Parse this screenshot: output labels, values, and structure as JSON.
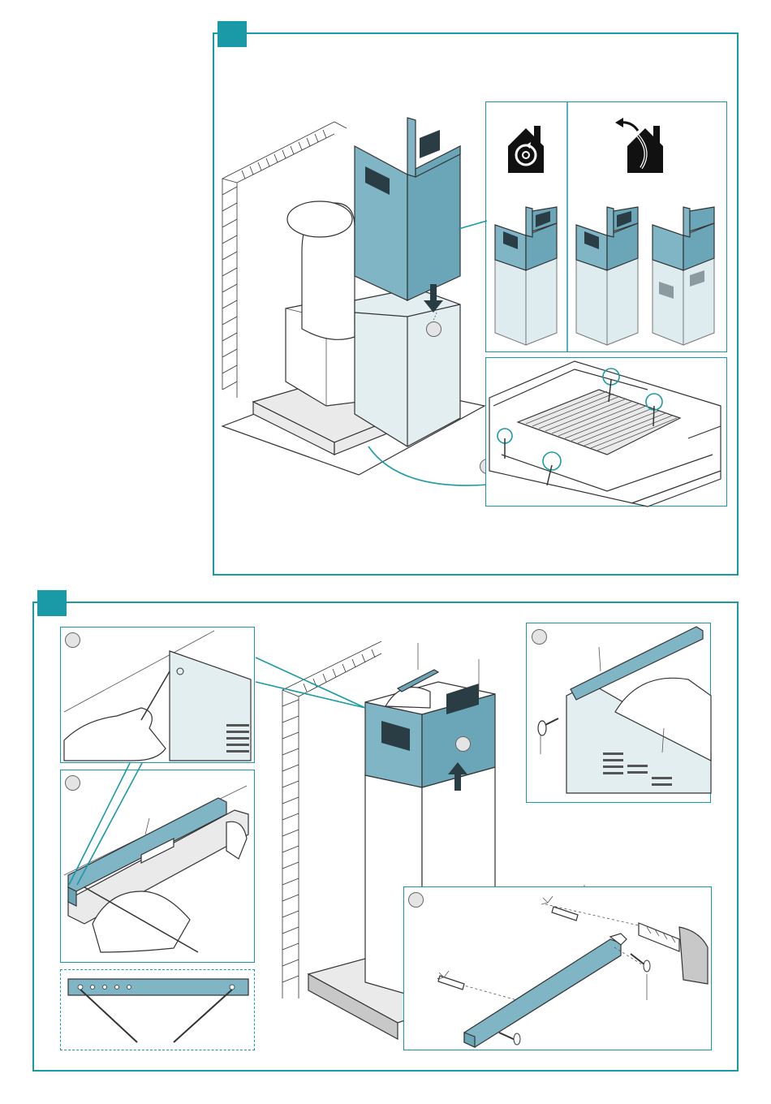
{
  "page": {
    "background_color": "#ffffff",
    "accent_color": "#1a9aa6",
    "chimney_color": "#7fb5c5"
  },
  "panels": [
    {
      "name": "step-panel-upper",
      "step_marker": "",
      "insets": [
        {
          "name": "mode-icons-inset",
          "icons": [
            "recirculation-mode-icon",
            "extraction-mode-icon"
          ]
        },
        {
          "name": "fixing-screws-inset",
          "icons": [
            "screw-icon"
          ]
        }
      ]
    },
    {
      "name": "step-panel-lower",
      "step_marker": "",
      "insets": [
        {
          "name": "mark-wall-inset"
        },
        {
          "name": "level-bracket-inset"
        },
        {
          "name": "bracket-holes-inset"
        },
        {
          "name": "drill-wall-inset"
        },
        {
          "name": "fix-chimney-inset"
        }
      ]
    }
  ]
}
